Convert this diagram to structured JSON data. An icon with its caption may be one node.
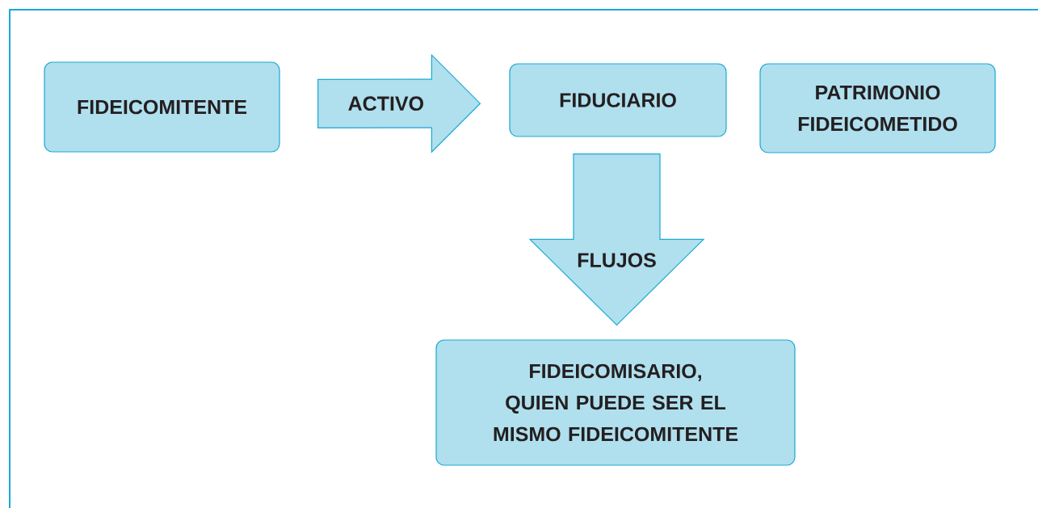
{
  "diagram": {
    "nodes": [
      {
        "text": [
          "FIDEICOMITENTE"
        ]
      },
      {
        "text": [
          "FIDUCIARIO"
        ]
      },
      {
        "text": [
          "PATRIMONIO FIDEICOMETIDO"
        ]
      },
      {
        "text": [
          "FIDEICOMISARIO, QUIEN PUEDE SER EL MISMO FIDEICOMITENTE"
        ]
      }
    ],
    "edges": [
      {
        "from": 0,
        "to": 1,
        "arrow": "to",
        "label": "ACTIVO"
      },
      {
        "from": 1,
        "to": 3,
        "arrow": "to",
        "label": "FLUJOS"
      }
    ]
  }
}
